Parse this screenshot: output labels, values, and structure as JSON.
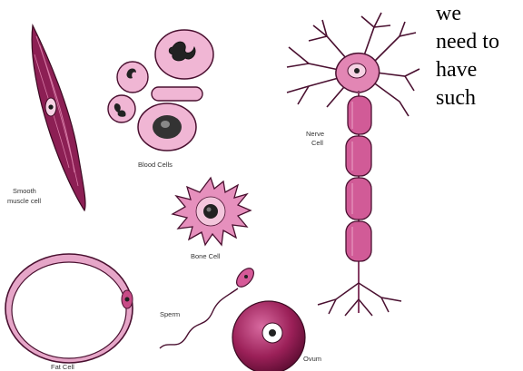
{
  "figure": {
    "labels": {
      "smooth_muscle": [
        "Smooth",
        "muscle cell"
      ],
      "blood": "Blood Cells",
      "bone": "Bone Cell",
      "nerve": [
        "Nerve",
        "Cell"
      ],
      "fat": "Fat Cell",
      "sperm": "Sperm",
      "ovum": "Ovum"
    },
    "colors": {
      "outline": "#4a1030",
      "cell_fill": "#f2bcd8",
      "cell_pink": "#e08bb6",
      "deep_magenta": "#b5336f",
      "ovum_dark": "#8a1a4f"
    }
  },
  "side_text": {
    "lines": [
      "we",
      "need to",
      "have",
      "such"
    ]
  }
}
